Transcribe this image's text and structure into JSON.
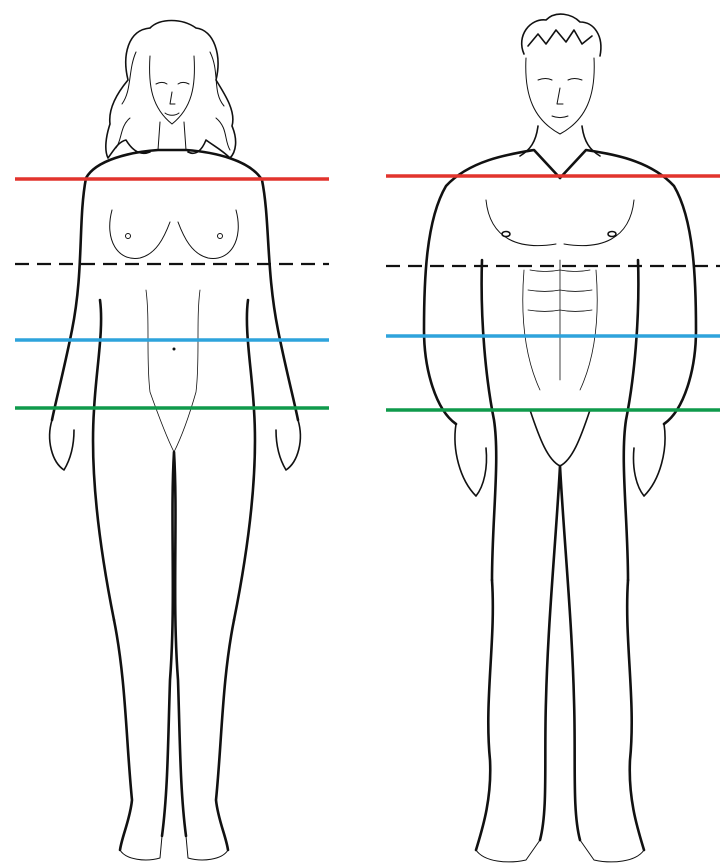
{
  "figures": [
    {
      "id": "female",
      "label": ""
    },
    {
      "id": "male",
      "label": ""
    }
  ],
  "measurement_lines": [
    {
      "id": "shoulder",
      "color": "#e2342d",
      "style": "solid"
    },
    {
      "id": "bust-chest",
      "color": "#111111",
      "style": "dashed"
    },
    {
      "id": "waist",
      "color": "#2ea3dc",
      "style": "solid"
    },
    {
      "id": "hip",
      "color": "#0f9a4b",
      "style": "solid"
    }
  ]
}
